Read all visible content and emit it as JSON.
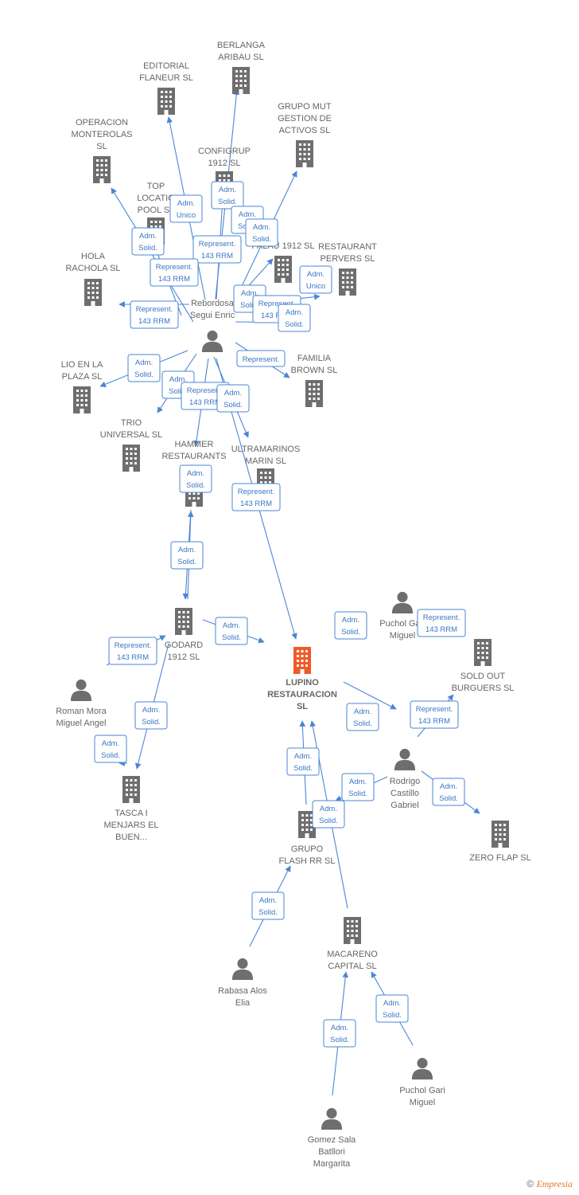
{
  "colors": {
    "edge": "#4a86d6",
    "node": "#6e6e6e",
    "focus": "#f05a28"
  },
  "nodes": [
    {
      "id": "berlanga",
      "type": "company",
      "lines": [
        "BERLANGA",
        "ARIBAU  SL"
      ]
    },
    {
      "id": "editorial",
      "type": "company",
      "lines": [
        "EDITORIAL",
        "FLANEUR  SL"
      ]
    },
    {
      "id": "grupomut",
      "type": "company",
      "lines": [
        "GRUPO MUT",
        "GESTION DE",
        "ACTIVOS  SL"
      ]
    },
    {
      "id": "operacion",
      "type": "company",
      "lines": [
        "OPERACION",
        "MONTEROLAS",
        "SL"
      ]
    },
    {
      "id": "configrup",
      "type": "company",
      "lines": [
        "CONFIGRUP",
        "1912  SL"
      ]
    },
    {
      "id": "toplocation",
      "type": "company",
      "lines": [
        "TOP",
        "LOCATIO",
        "POOL  SL"
      ]
    },
    {
      "id": "palau",
      "type": "company",
      "lines": [
        "PALAU 1912  SL"
      ]
    },
    {
      "id": "restaurant",
      "type": "company",
      "lines": [
        "RESTAURANT",
        "PERVERS  SL"
      ]
    },
    {
      "id": "hola",
      "type": "company",
      "lines": [
        "HOLA",
        "RACHOLA  SL"
      ]
    },
    {
      "id": "rebordosa",
      "type": "person",
      "lines": [
        "Rebordosa",
        "Segui Enric"
      ]
    },
    {
      "id": "familia",
      "type": "company",
      "lines": [
        "FAMILIA",
        "BROWN  SL"
      ]
    },
    {
      "id": "lio",
      "type": "company",
      "lines": [
        "LIO EN LA",
        "PLAZA  SL"
      ]
    },
    {
      "id": "trio",
      "type": "company",
      "lines": [
        "TRIO",
        "UNIVERSAL  SL"
      ]
    },
    {
      "id": "hammer",
      "type": "company",
      "lines": [
        "HAMMER",
        "RESTAURANTS"
      ]
    },
    {
      "id": "ultramarinos",
      "type": "company",
      "lines": [
        "ULTRAMARINOS",
        "MARIN  SL"
      ]
    },
    {
      "id": "godard",
      "type": "company",
      "lines": [
        "GODARD",
        "1912  SL"
      ]
    },
    {
      "id": "lupino",
      "type": "focus",
      "lines": [
        "LUPINO",
        "RESTAURACION",
        "SL"
      ]
    },
    {
      "id": "puchol1",
      "type": "person",
      "lines": [
        "Puchol Gari",
        "Miguel"
      ]
    },
    {
      "id": "soldout",
      "type": "company",
      "lines": [
        "SOLD OUT",
        "BURGUERS  SL"
      ]
    },
    {
      "id": "roman",
      "type": "person",
      "lines": [
        "Roman Mora",
        "Miguel Angel"
      ]
    },
    {
      "id": "rodrigo",
      "type": "person",
      "lines": [
        "Rodrigo",
        "Castillo",
        "Gabriel"
      ]
    },
    {
      "id": "tasca",
      "type": "company",
      "lines": [
        "TASCA I",
        "MENJARS EL",
        "BUEN..."
      ]
    },
    {
      "id": "grupoflash",
      "type": "company",
      "lines": [
        "GRUPO",
        "FLASH RR  SL"
      ]
    },
    {
      "id": "zeroflap",
      "type": "company",
      "lines": [
        "ZERO FLAP  SL"
      ]
    },
    {
      "id": "macareno",
      "type": "company",
      "lines": [
        "MACARENO",
        "CAPITAL  SL"
      ]
    },
    {
      "id": "rabasa",
      "type": "person",
      "lines": [
        "Rabasa Alos",
        "Elia"
      ]
    },
    {
      "id": "puchol2",
      "type": "person",
      "lines": [
        "Puchol Gari",
        "Miguel"
      ]
    },
    {
      "id": "gomez",
      "type": "person",
      "lines": [
        "Gomez Sala",
        "Batllori",
        "Margarita"
      ]
    }
  ],
  "relations": [
    {
      "lines": [
        "Adm.",
        "Unico"
      ]
    },
    {
      "lines": [
        "Adm.",
        "Solid."
      ]
    },
    {
      "lines": [
        "Adm.",
        "Solid."
      ]
    },
    {
      "lines": [
        "Adm.",
        "Solid."
      ]
    },
    {
      "lines": [
        "Adm.",
        "Solid."
      ]
    },
    {
      "lines": [
        "Represent.",
        "143 RRM"
      ]
    },
    {
      "lines": [
        "Represent.",
        "143 RRM"
      ]
    },
    {
      "lines": [
        "Adm.",
        "Unico"
      ]
    },
    {
      "lines": [
        "Represent.",
        "143 RRM"
      ]
    },
    {
      "lines": [
        "Adm.",
        "Solid."
      ]
    },
    {
      "lines": [
        "Represent.",
        "143 RRM"
      ]
    },
    {
      "lines": [
        "Adm.",
        "Solid."
      ]
    },
    {
      "lines": [
        "Represent."
      ]
    },
    {
      "lines": [
        "Adm.",
        "Solid."
      ]
    },
    {
      "lines": [
        "Adm.",
        "Solid."
      ]
    },
    {
      "lines": [
        "Represent.",
        "143 RRM"
      ]
    },
    {
      "lines": [
        "Adm.",
        "Solid."
      ]
    },
    {
      "lines": [
        "Adm.",
        "Solid."
      ]
    },
    {
      "lines": [
        "Represent.",
        "143 RRM"
      ]
    },
    {
      "lines": [
        "Adm.",
        "Solid."
      ]
    },
    {
      "lines": [
        "Adm.",
        "Solid."
      ]
    },
    {
      "lines": [
        "Represent.",
        "143 RRM"
      ]
    },
    {
      "lines": [
        "Adm.",
        "Solid."
      ]
    },
    {
      "lines": [
        "Adm.",
        "Solid."
      ]
    },
    {
      "lines": [
        "Adm.",
        "Solid."
      ]
    },
    {
      "lines": [
        "Represent.",
        "143 RRM"
      ]
    },
    {
      "lines": [
        "Adm.",
        "Solid."
      ]
    },
    {
      "lines": [
        "Represent.",
        "143 RRM"
      ]
    },
    {
      "lines": [
        "Adm.",
        "Solid."
      ]
    },
    {
      "lines": [
        "Adm.",
        "Solid."
      ]
    },
    {
      "lines": [
        "Adm.",
        "Solid."
      ]
    },
    {
      "lines": [
        "Adm.",
        "Solid."
      ]
    },
    {
      "lines": [
        "Adm.",
        "Solid."
      ]
    },
    {
      "lines": [
        "Adm.",
        "Solid."
      ]
    },
    {
      "lines": [
        "Adm.",
        "Solid."
      ]
    }
  ],
  "footer": {
    "copyright": "©",
    "brand": "Empresia"
  }
}
